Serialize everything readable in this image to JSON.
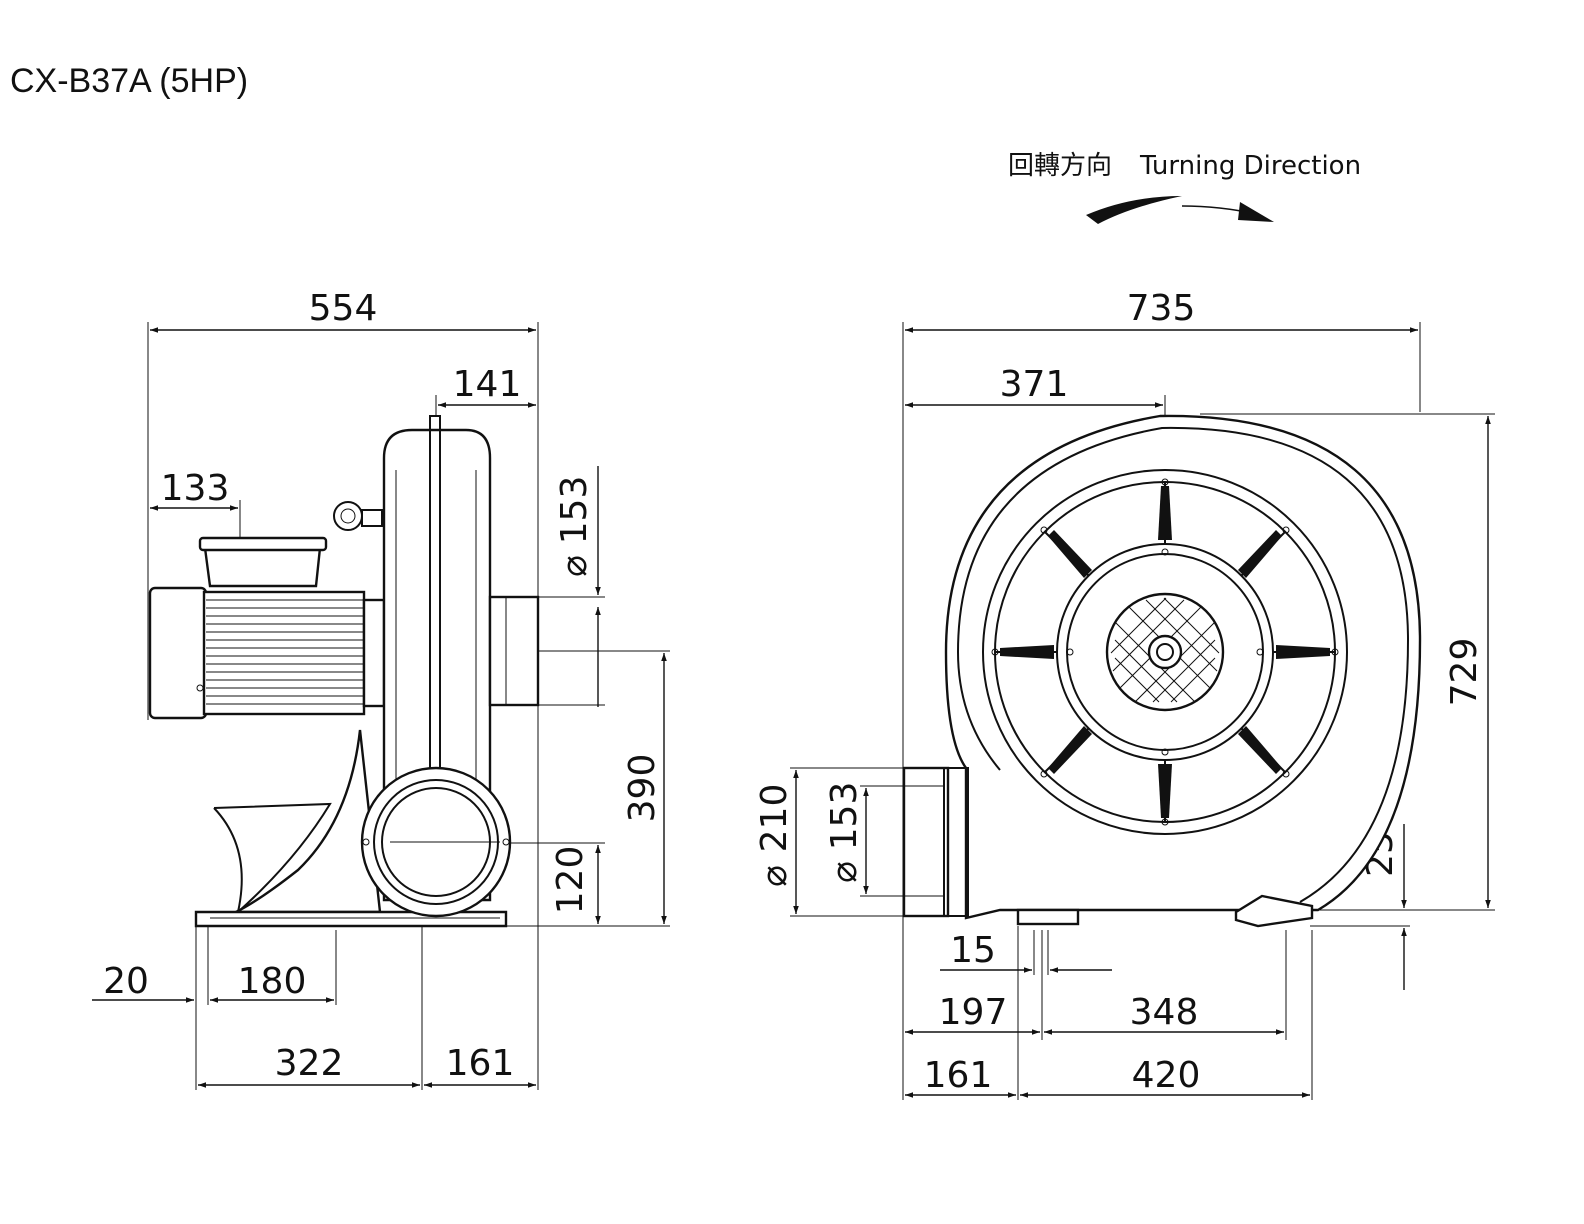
{
  "title": "CX-B37A (5HP)",
  "turning_direction": {
    "cn": "回轉方向",
    "en": "Turning Direction"
  },
  "side_view": {
    "overall_width": "554",
    "outlet_offset": "141",
    "top_box_offset": "133",
    "outlet_dia": "153",
    "outlet_dia_symbol": "⌀",
    "height_total": "390",
    "inlet_height": "120",
    "base_left": "20",
    "base_foot": "180",
    "base_main": "322",
    "base_right": "161"
  },
  "front_view": {
    "overall_width": "735",
    "center_offset": "371",
    "overall_height": "729",
    "inlet_flange_dia": "210",
    "inlet_dia": "153",
    "dia_symbol": "⌀",
    "base_clear": "25",
    "foot_width": "15",
    "foot_offset": "197",
    "foot_span": "348",
    "base_left": "161",
    "base_span": "420"
  }
}
